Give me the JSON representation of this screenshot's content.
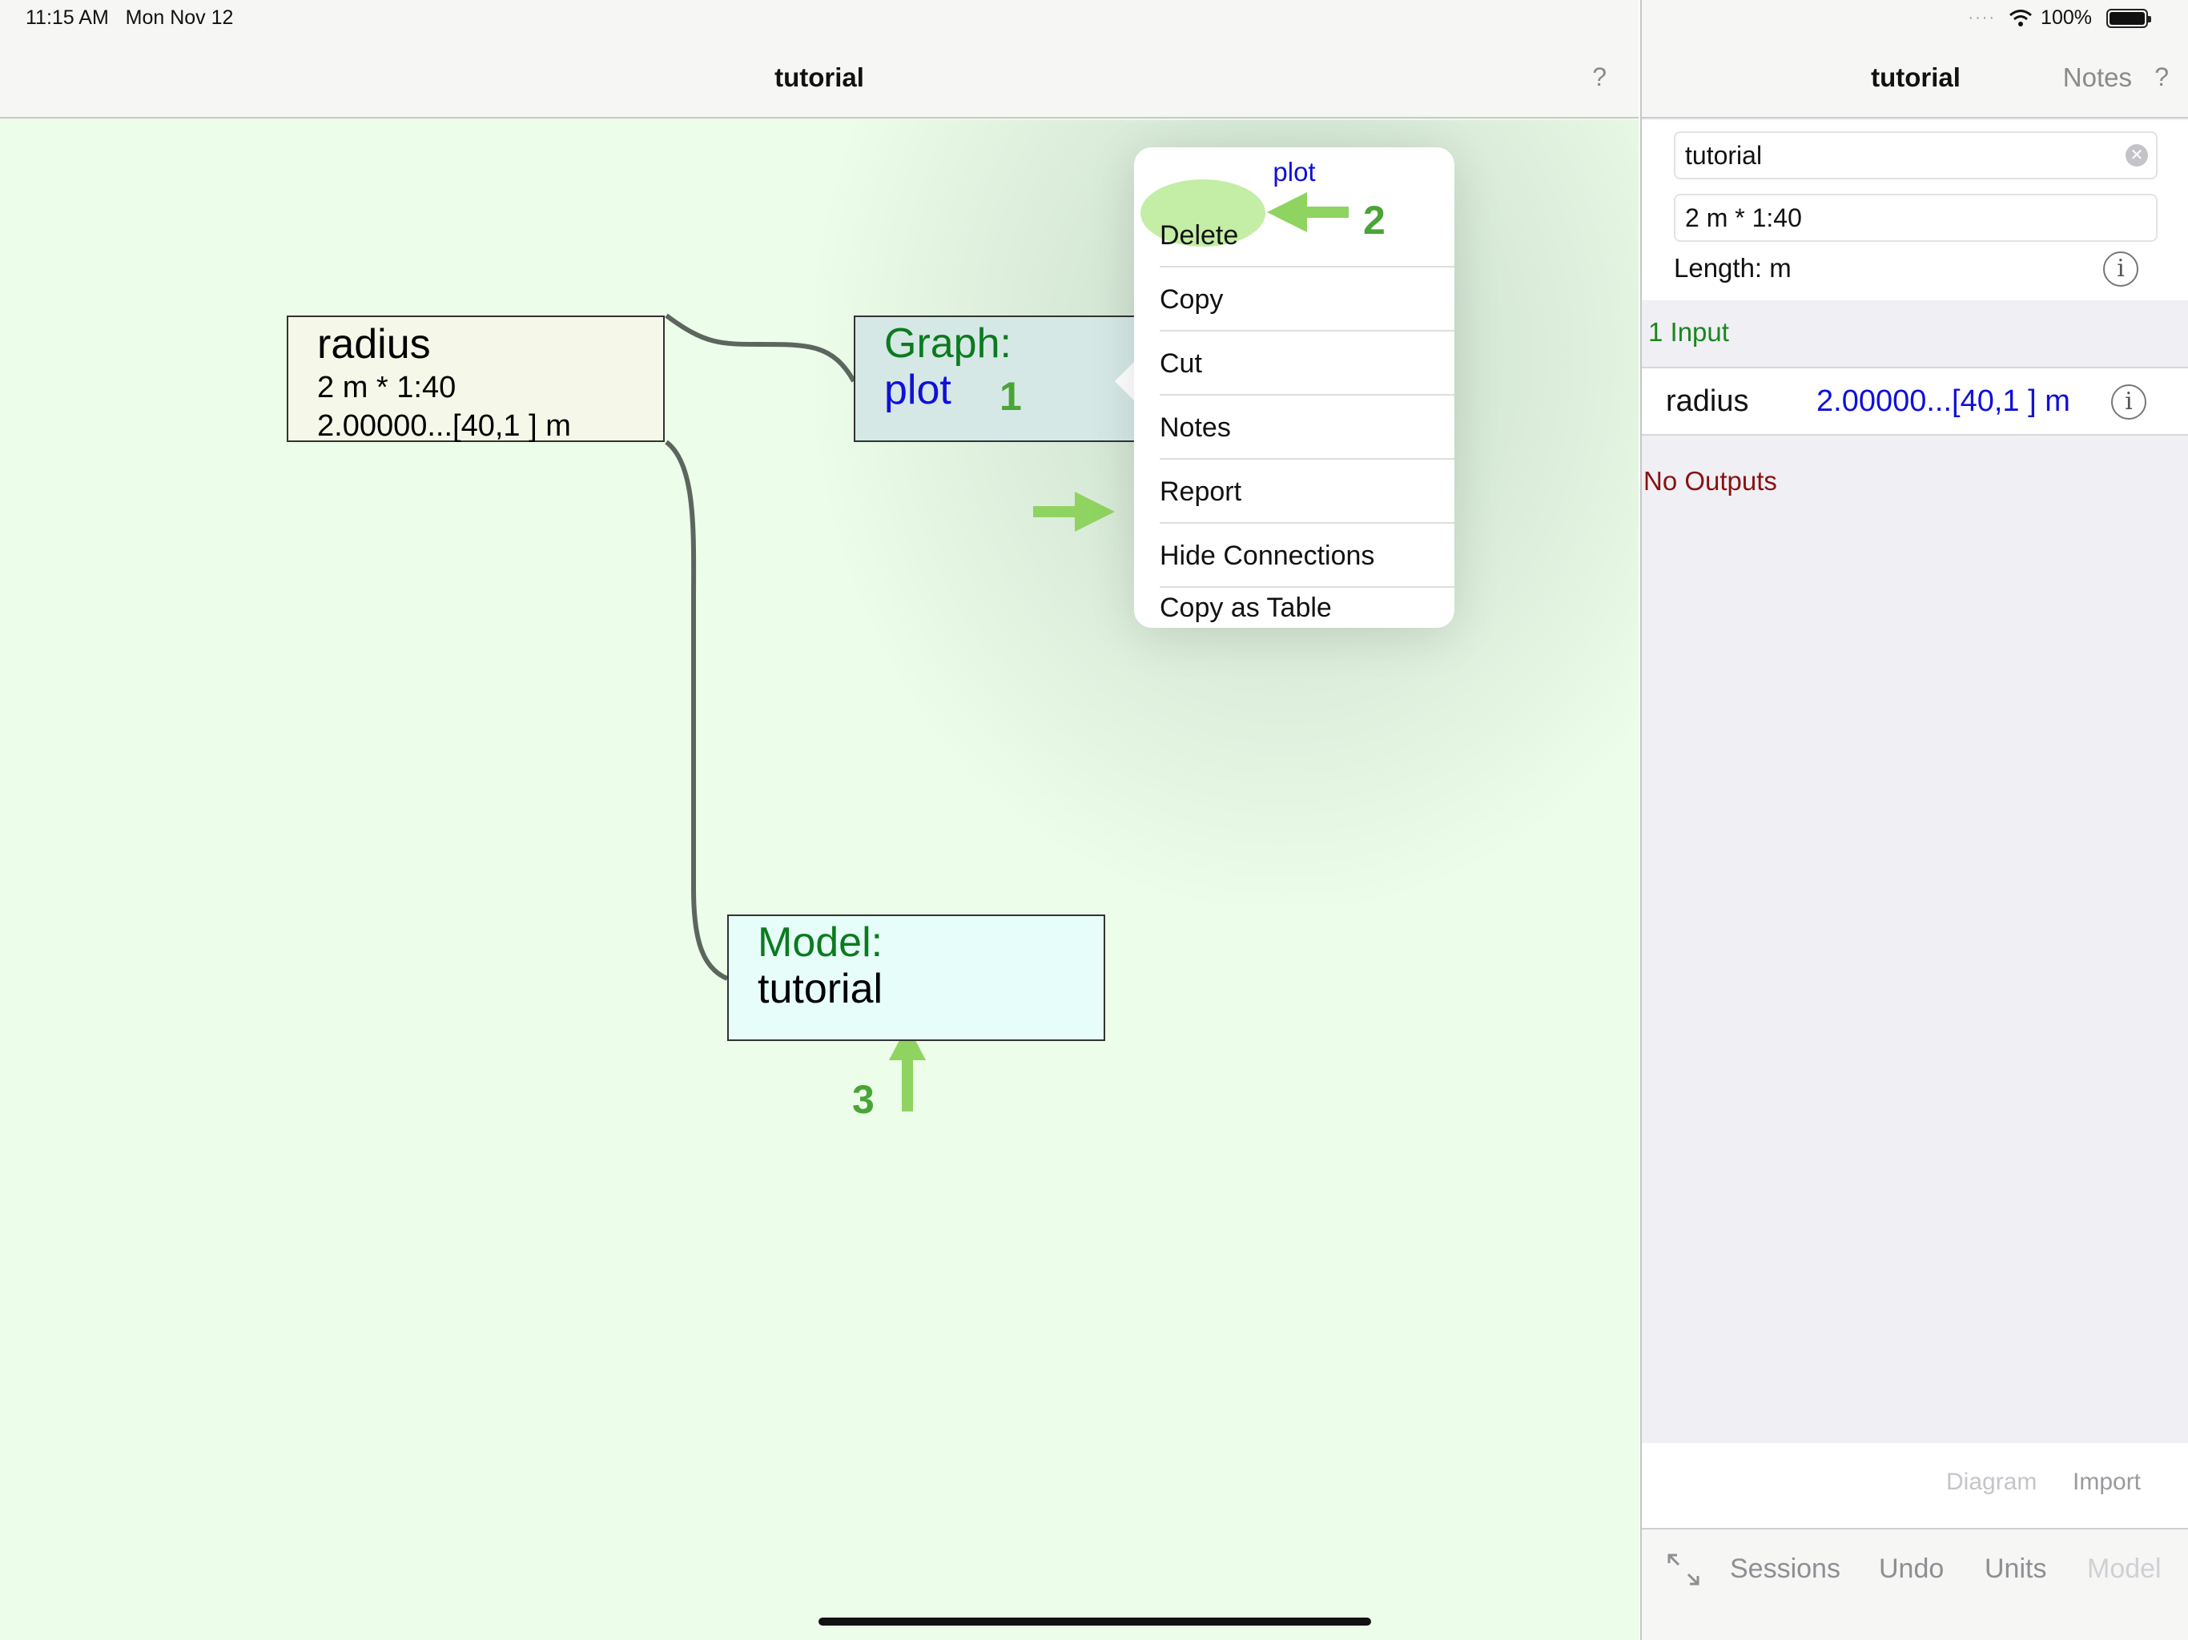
{
  "status": {
    "time": "11:15 AM",
    "date": "Mon Nov 12",
    "battery": "100%"
  },
  "left": {
    "title": "tutorial",
    "help": "?"
  },
  "nodes": {
    "radius": {
      "name": "radius",
      "formula": "2 m * 1:40",
      "value": "2.00000...[40,1 ] m"
    },
    "graph": {
      "type": "Graph:",
      "name": "plot"
    },
    "model": {
      "type": "Model:",
      "name": "tutorial"
    }
  },
  "annotations": {
    "one": "1",
    "two": "2",
    "three": "3",
    "arrow_color": "#8fd460"
  },
  "popover": {
    "title": "plot",
    "items": [
      "Delete",
      "Copy",
      "Cut",
      "Notes",
      "Report",
      "Hide Connections",
      "Copy as Table"
    ]
  },
  "right": {
    "title": "tutorial",
    "notes": "Notes",
    "help": "?",
    "name_field": "tutorial",
    "formula_field": "2 m * 1:40",
    "length_label": "Length: m",
    "inputs_header": "1 Input",
    "input_row": {
      "name": "radius",
      "value": "2.00000...[40,1 ] m"
    },
    "no_outputs": "No Outputs",
    "actions": {
      "diagram": "Diagram",
      "import": "Import"
    },
    "tabs": {
      "sessions": "Sessions",
      "undo": "Undo",
      "units": "Units",
      "model": "Model"
    }
  },
  "colors": {
    "canvas_bg": "#ecfde9",
    "green_label": "#0c7a1f",
    "blue_label": "#1010d8",
    "no_outputs": "#8b1010"
  }
}
